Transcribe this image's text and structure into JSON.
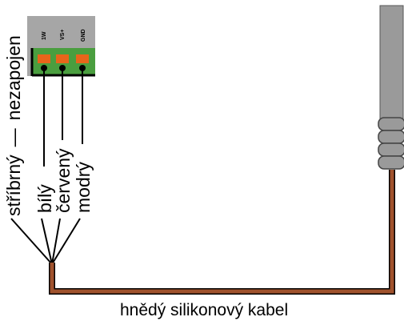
{
  "connector": {
    "pins": [
      {
        "label": "1W"
      },
      {
        "label": "VS+"
      },
      {
        "label": "GND"
      }
    ],
    "body_color": "#a6a6a6",
    "terminal_color": "#4a9e3f",
    "pin_color": "#e8651a"
  },
  "wires": {
    "silver": "stříbrný",
    "dash": "—",
    "not_connected": "nezapojen",
    "white": "bílý",
    "red": "červený",
    "blue": "modrý"
  },
  "cable": {
    "label": "hnědý silikonový kabel",
    "color": "#a0522d"
  },
  "probe": {
    "color": "#9a9a9a"
  }
}
